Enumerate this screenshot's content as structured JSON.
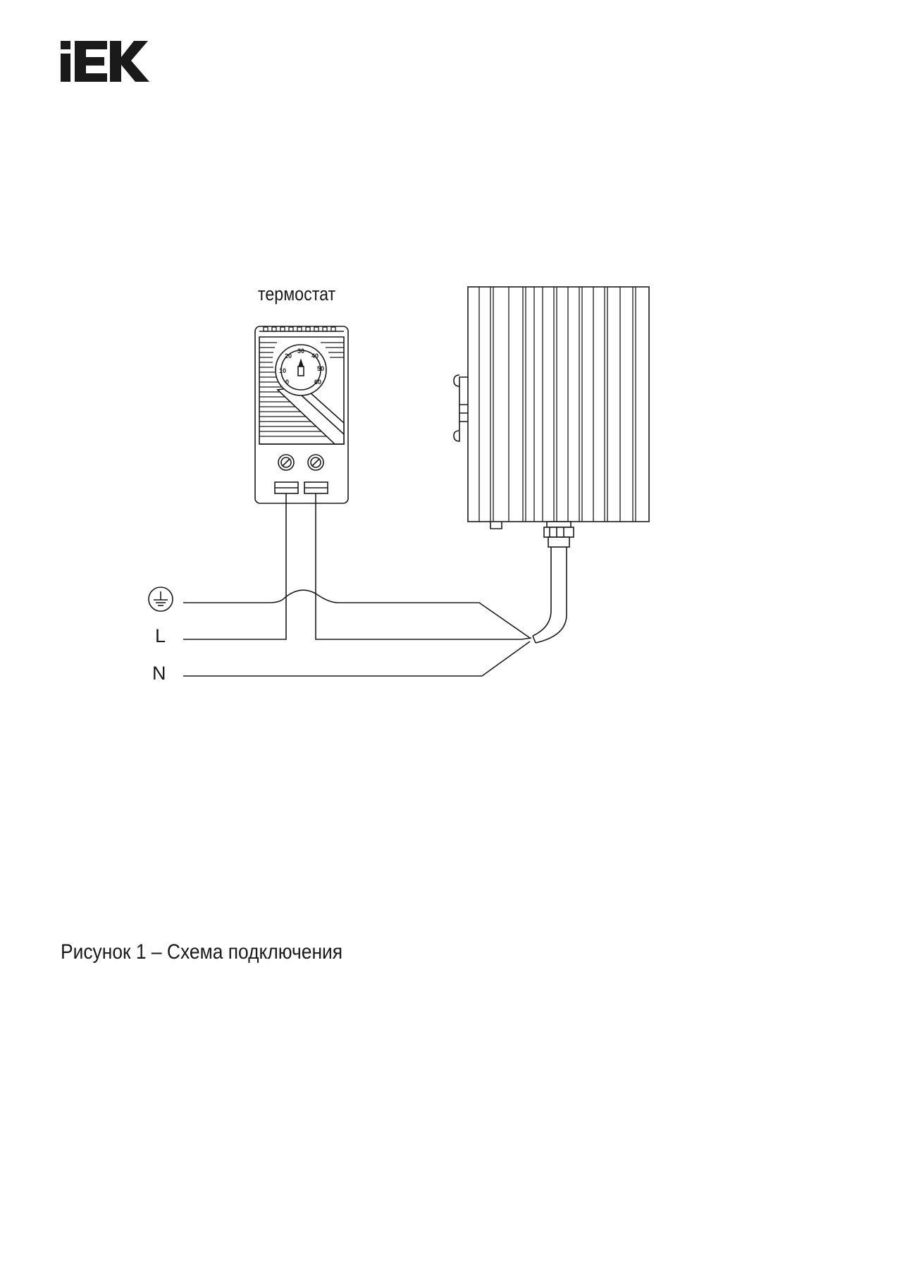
{
  "logo": {
    "text": "IEK"
  },
  "diagram": {
    "thermostat_label": "термостат",
    "dial_scale": [
      "0",
      "10",
      "20",
      "30",
      "40",
      "50",
      "60"
    ],
    "line_labels": {
      "phase": "L",
      "neutral": "N"
    },
    "ground_icon": "ground-symbol-icon"
  },
  "caption": "Рисунок 1 – Схема подключения"
}
